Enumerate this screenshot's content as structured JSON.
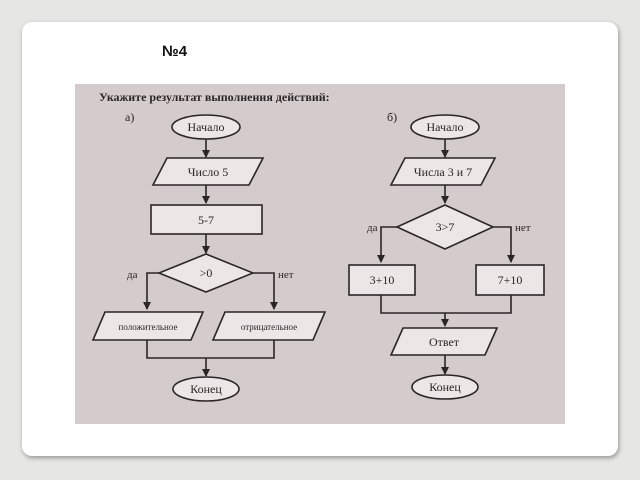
{
  "slide": {
    "number": "№4"
  },
  "task": {
    "instruction": "Укажите результат выполнения действий:",
    "part_a": {
      "label": "а)",
      "start": "Начало",
      "input": "Число 5",
      "process": "5-7",
      "condition": ">0",
      "yes": "да",
      "no": "нет",
      "output_yes": "положительное",
      "output_no": "отрицательное",
      "end": "Конец"
    },
    "part_b": {
      "label": "б)",
      "start": "Начало",
      "input": "Числа 3 и 7",
      "condition": "3>7",
      "yes": "да",
      "no": "нет",
      "process_yes": "3+10",
      "process_no": "7+10",
      "output": "Ответ",
      "end": "Конец"
    }
  },
  "colors": {
    "background": "#e6e6e4",
    "slide": "#ffffff",
    "scan": "#d4cbcd",
    "ink": "#2a2628"
  }
}
